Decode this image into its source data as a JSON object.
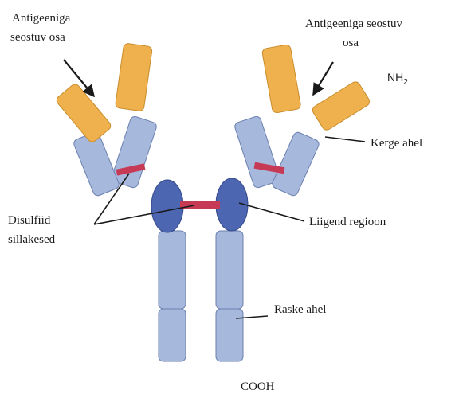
{
  "labels": {
    "antigen_left_line1": "Antigeeniga",
    "antigen_left_line2": "seostuv osa",
    "antigen_right_line1": "Antigeeniga seostuv",
    "antigen_right_line2": "osa",
    "nh2": "NH",
    "nh2_sub": "2",
    "light_chain": "Kerge ahel",
    "disulfide_line1": "Disulfiid",
    "disulfide_line2": "sillakesed",
    "hinge": "Liigend regioon",
    "heavy_chain": "Raske ahel",
    "cooh": "COOH"
  },
  "colors": {
    "variable_region": "#efb14e",
    "constant_region": "#a6b9dd",
    "hinge_region": "#4d66b2",
    "disulfide_bond": "#c73a56",
    "outline": "#6a7fae",
    "leader_line": "#1a1a1a"
  }
}
